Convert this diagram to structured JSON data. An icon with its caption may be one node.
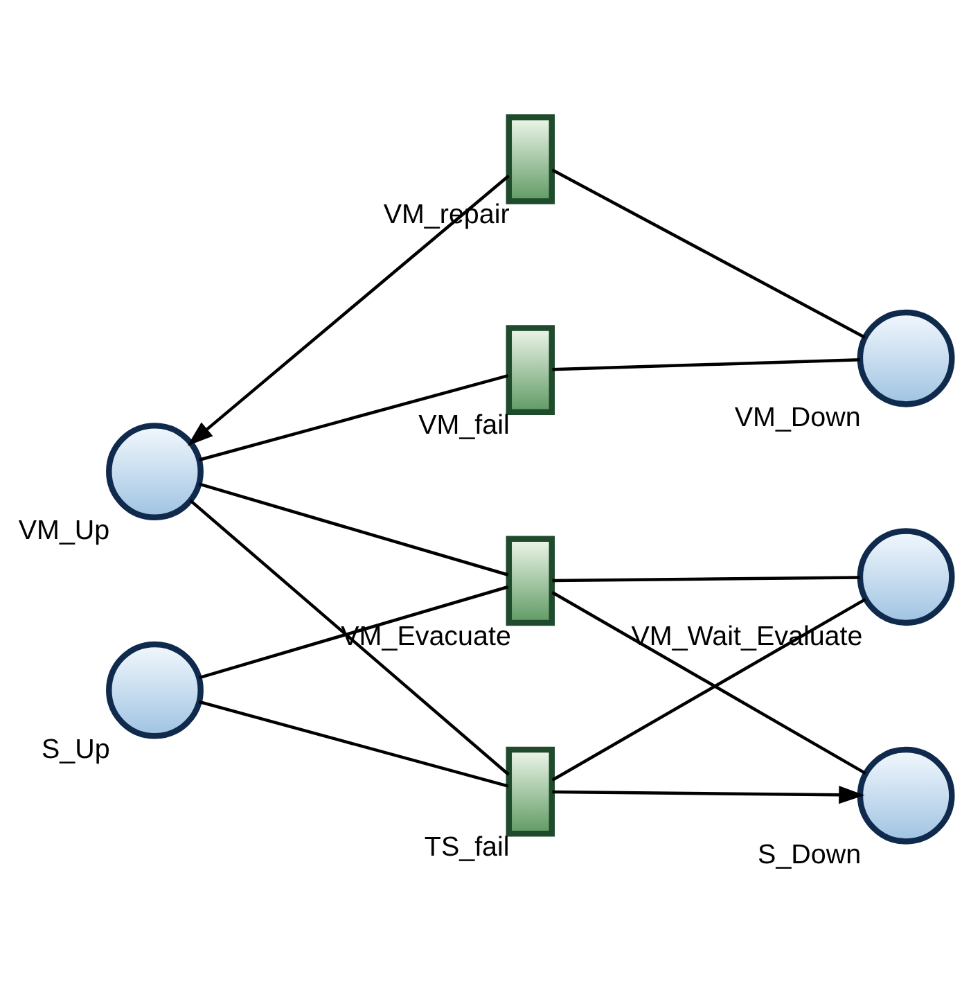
{
  "diagram": {
    "nodes": [
      {
        "text": [
          "VM_repair"
        ]
      },
      {
        "text": [
          "VM_Down"
        ]
      },
      {
        "text": [
          "VM_fail"
        ]
      },
      {
        "text": [
          "VM_Evacuate"
        ]
      },
      {
        "text": [
          "VM_Wait_Evaluate"
        ]
      },
      {
        "text": [
          "VM_Up"
        ]
      },
      {
        "text": [
          "S_Up"
        ]
      },
      {
        "text": [
          "TS_fail"
        ]
      },
      {
        "text": [
          "S_Down"
        ]
      }
    ],
    "edges": [
      {
        "from": 0,
        "to": 1,
        "arrow": "none"
      },
      {
        "from": 0,
        "to": 5,
        "arrow": "to"
      },
      {
        "from": 2,
        "to": 1,
        "arrow": "none"
      },
      {
        "from": 5,
        "to": 2,
        "arrow": "none"
      },
      {
        "from": 5,
        "to": 3,
        "arrow": "none"
      },
      {
        "from": 3,
        "to": 4,
        "arrow": "none"
      },
      {
        "from": 5,
        "to": 7,
        "arrow": "none"
      },
      {
        "from": 6,
        "to": 3,
        "arrow": "none"
      },
      {
        "from": 3,
        "to": 8,
        "arrow": "none"
      },
      {
        "from": 7,
        "to": 4,
        "arrow": "none"
      },
      {
        "from": 6,
        "to": 7,
        "arrow": "none"
      },
      {
        "from": 7,
        "to": 8,
        "arrow": "to"
      }
    ]
  }
}
